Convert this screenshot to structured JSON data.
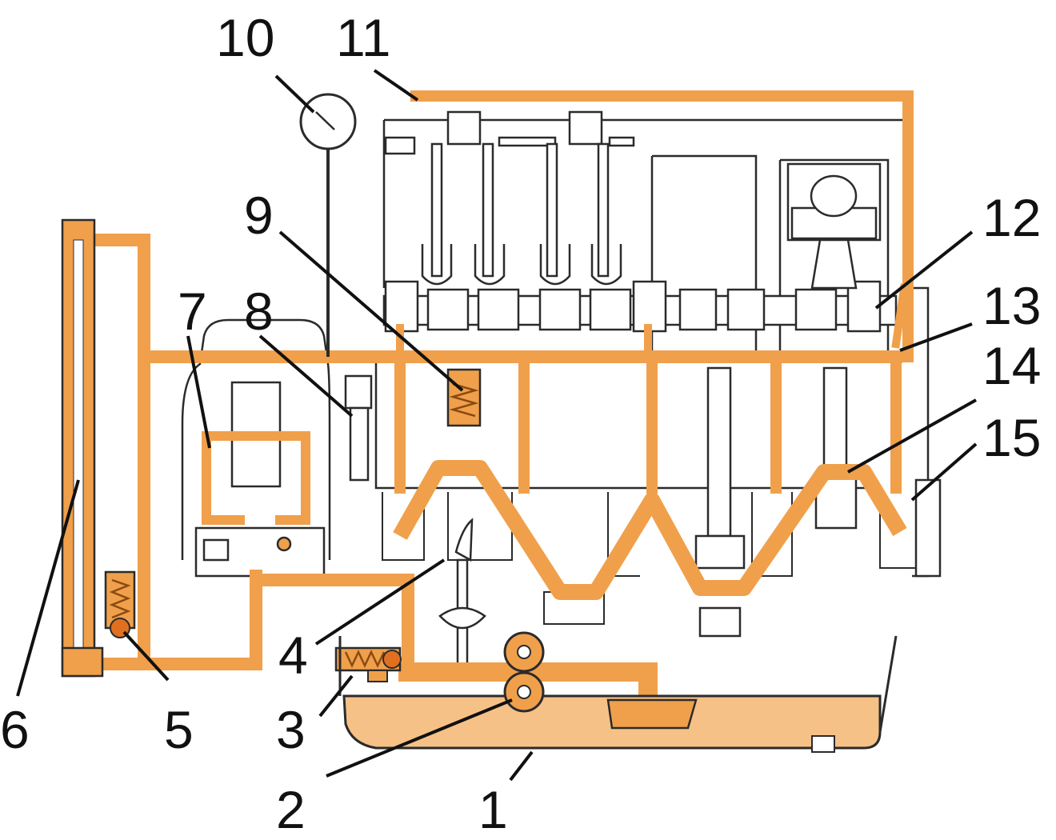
{
  "colors": {
    "oil": "#f0a04b",
    "oil_dark": "#d9822b",
    "sump_oil": "#f6c187",
    "line": "#2b2b2b",
    "leader": "#111111",
    "spring": "#8a4a12",
    "valve_ball": "#e07020"
  },
  "labels": {
    "l1": "1",
    "l2": "2",
    "l3": "3",
    "l4": "4",
    "l5": "5",
    "l6": "6",
    "l7": "7",
    "l8": "8",
    "l9": "9",
    "l10": "10",
    "l11": "11",
    "l12": "12",
    "l13": "13",
    "l14": "14",
    "l15": "15"
  }
}
